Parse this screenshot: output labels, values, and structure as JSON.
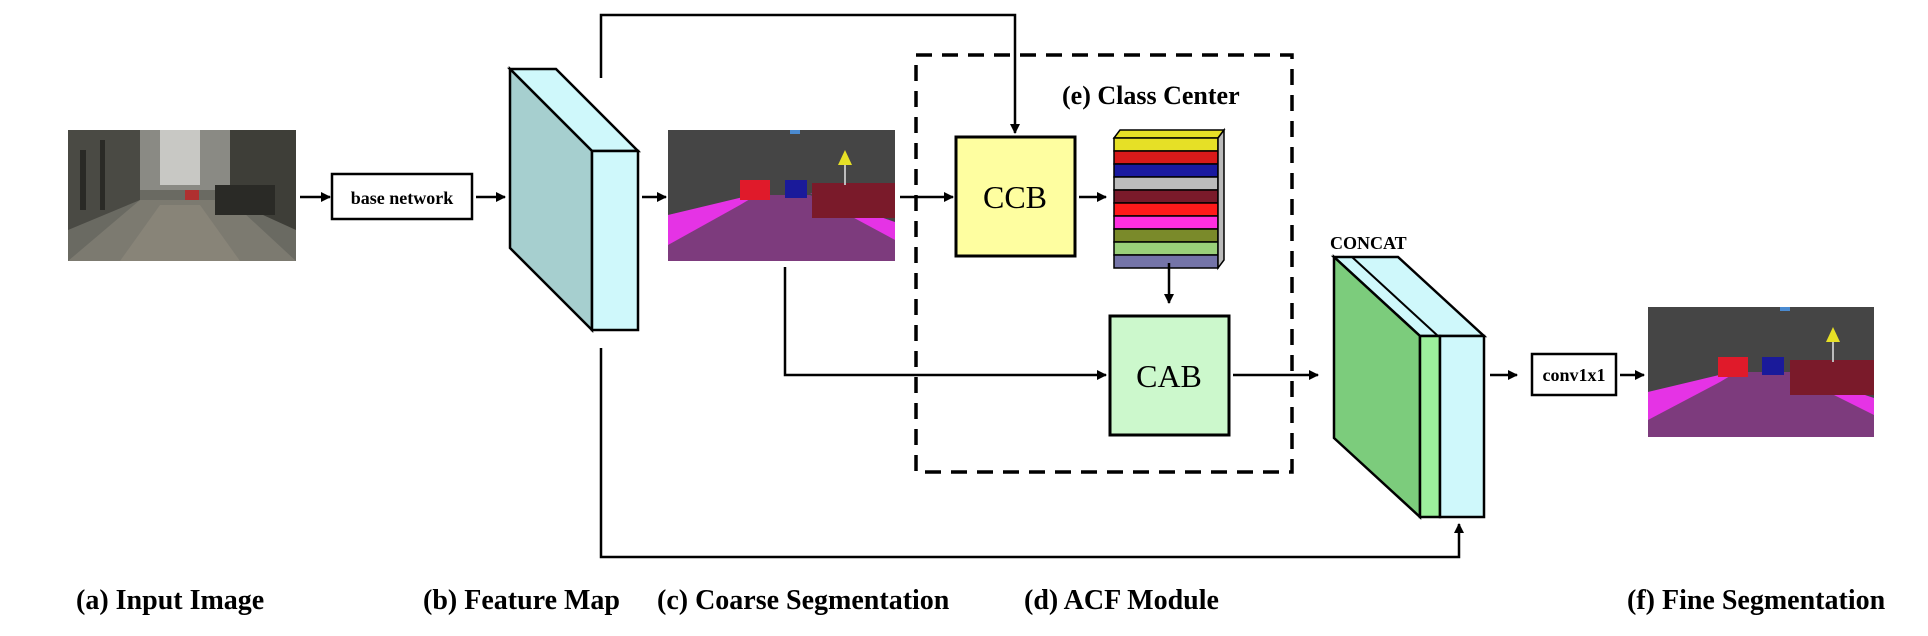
{
  "diagram": {
    "boxes": {
      "base_network": "base network",
      "ccb": "CCB",
      "cab": "CAB",
      "conv": "conv1x1",
      "concat": "CONCAT",
      "class_center": "(e) Class Center"
    },
    "captions": {
      "input_image": "(a) Input Image",
      "feature_map": "(b) Feature Map",
      "coarse_segmentation": "(c) Coarse Segmentation",
      "acf_module": "(d) ACF Module",
      "fine_segmentation": "(f) Fine Segmentation"
    },
    "class_center_stack_colors": [
      "#e6e026",
      "#d81a1a",
      "#1a1aa0",
      "#bcbcbc",
      "#7a1a2a",
      "#ff1a1a",
      "#ff2fe0",
      "#7a8a2a",
      "#9ad07a",
      "#7474a8"
    ],
    "colors": {
      "feature_map_front": "#a6cfcf",
      "feature_map_side": "#cff8fb",
      "ccb_fill": "#fefea0",
      "cab_fill": "#ccf8cc",
      "concat_front": "#7ccc7c",
      "concat_mid": "#9cf09c",
      "concat_side": "#cff8fb"
    }
  }
}
